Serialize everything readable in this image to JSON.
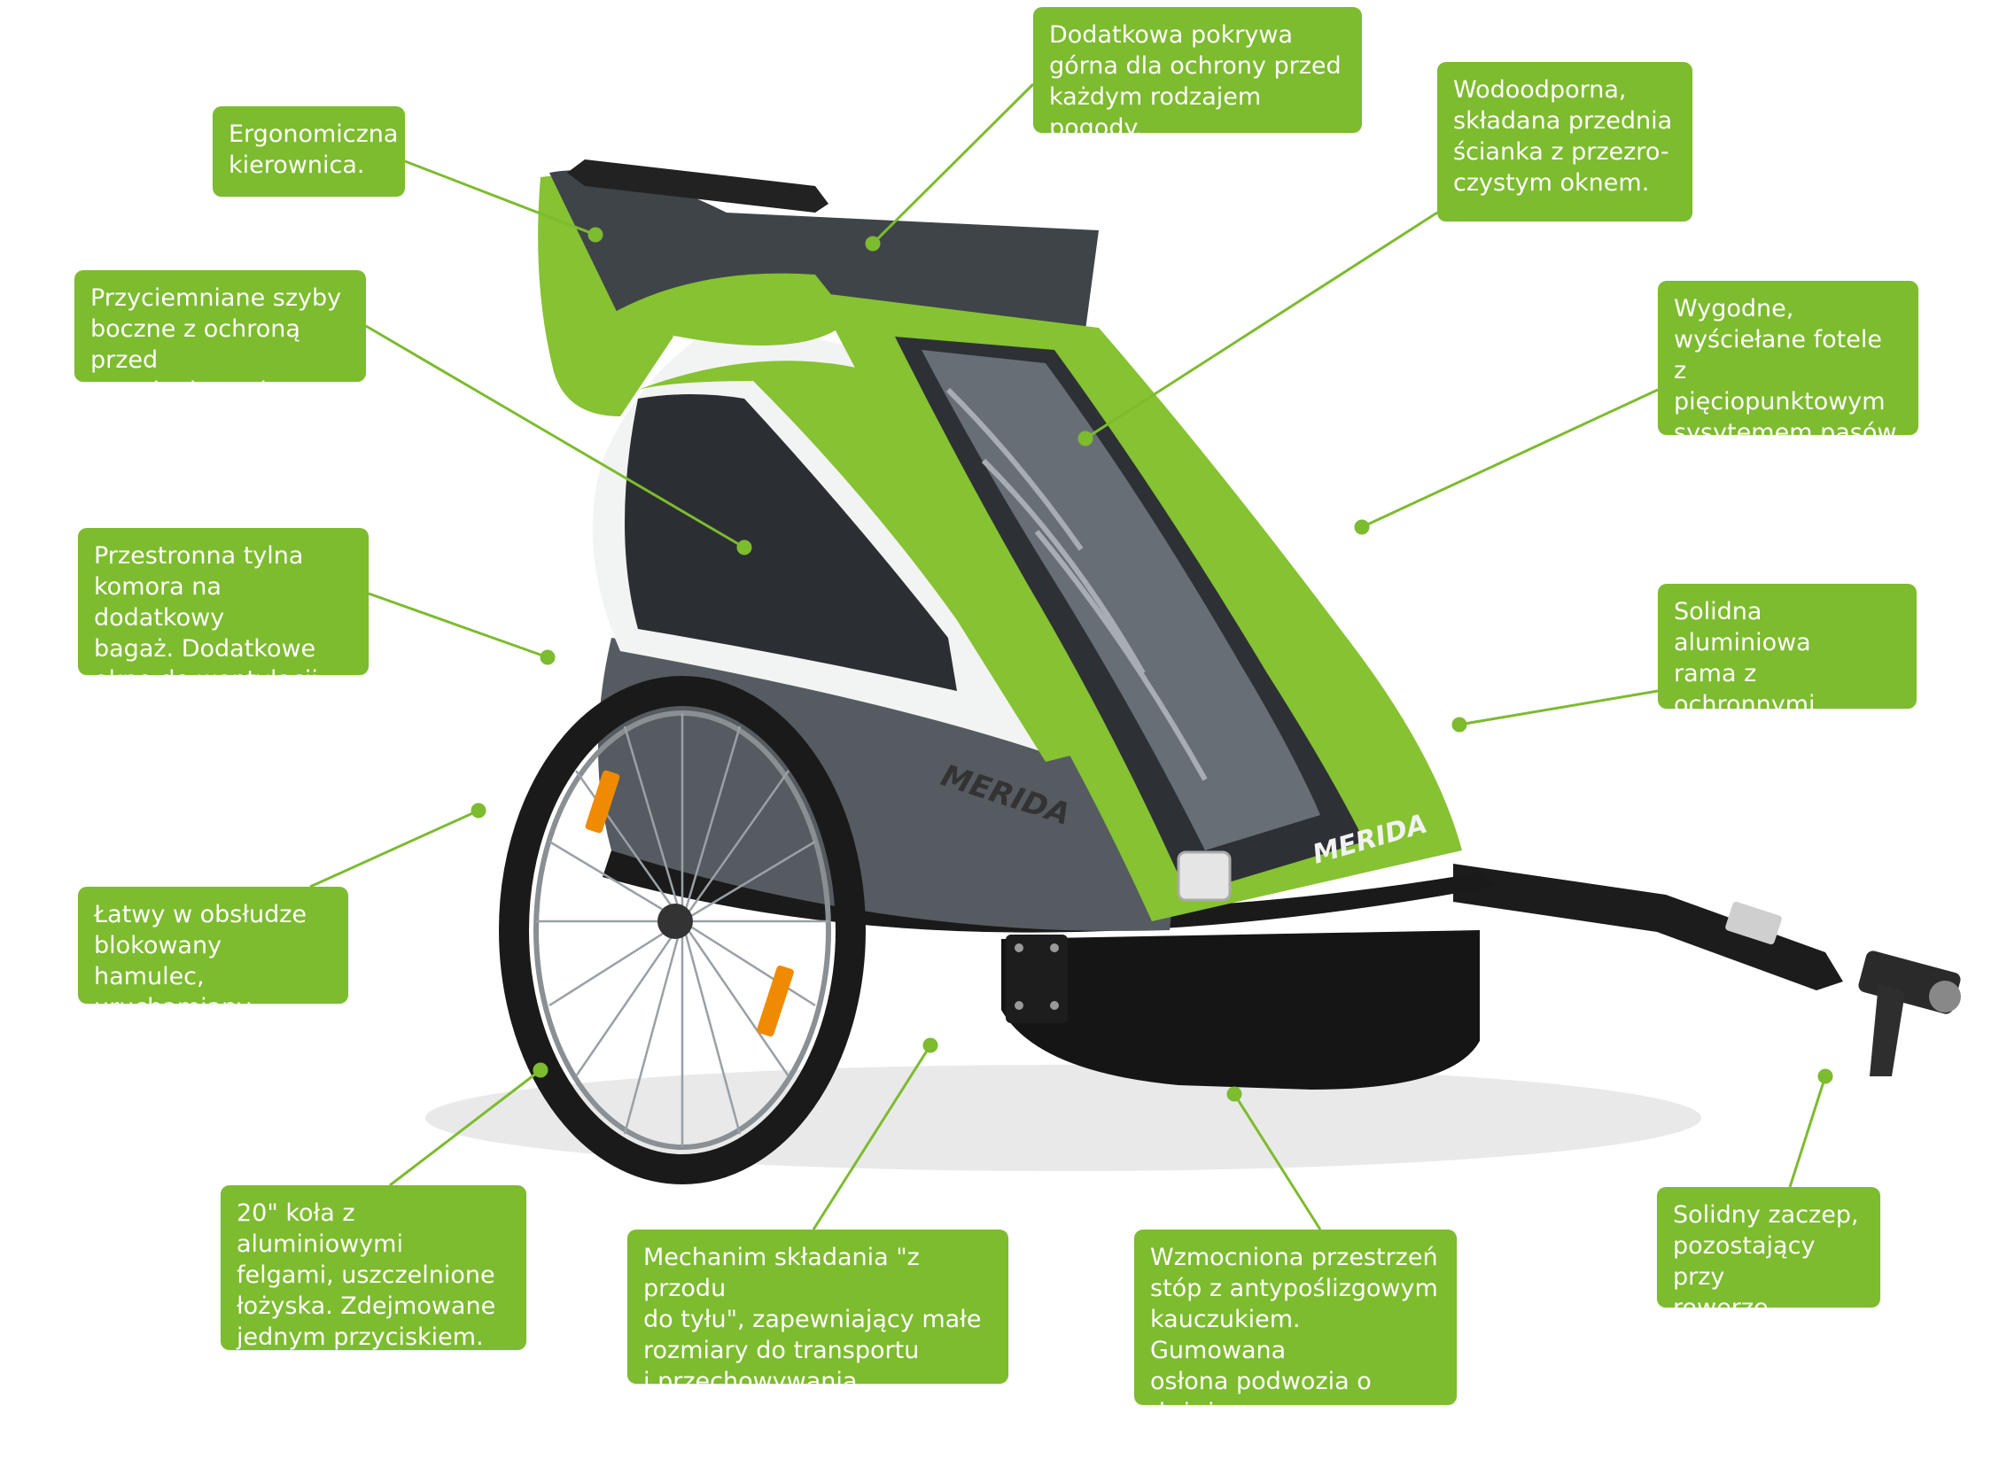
{
  "brand": {
    "logo_text": "MERIDA",
    "accent_color": "#7dbb2f",
    "dark_color": "#3d4247"
  },
  "callouts": [
    {
      "id": "c1",
      "text": "Ergonomiczna\nkierownica."
    },
    {
      "id": "c2",
      "text": "Dodatkowa pokrywa\ngórna dla ochrony przed\nkażdym rodzajem pogody."
    },
    {
      "id": "c3",
      "text": "Wodoodporna,\nskładana przednia\nścianka z przezro-\nczystym oknem."
    },
    {
      "id": "c4",
      "text": "Przyciemniane szyby\nboczne z ochroną przed\npromieniowaniem UV."
    },
    {
      "id": "c5",
      "text": "Wygodne,\nwyściełane fotele\nz pięciopunktowym\nsysytemem pasów."
    },
    {
      "id": "c6",
      "text": "Przestronna tylna\nkomora na dodatkowy\nbagaż. Dodatkowe\nokno do wentylacji."
    },
    {
      "id": "c7",
      "text": "Solidna aluminiowa\nrama z ochronnymi\nszynami."
    },
    {
      "id": "c8",
      "text": "Łatwy w obsłudze\nblokowany hamulec,\nuruchamiany stopą."
    },
    {
      "id": "c9",
      "text": "20\" koła z aluminiowymi\nfelgami, uszczelnione\nłożyska. Zdejmowane\njednym przyciskiem."
    },
    {
      "id": "c10",
      "text": "Mechanim składania \"z przodu\ndo tyłu\", zapewniający małe\nrozmiary do transportu\ni przechowywania przyczepki."
    },
    {
      "id": "c11",
      "text": "Wzmocniona przestrzeń\nstóp z antypoślizgowym\nkauczukiem. Gumowana\nosłona podwozia o dużej\ntrwałości."
    },
    {
      "id": "c12",
      "text": "Solidny zaczep,\npozostający przy\nrowerze."
    }
  ]
}
